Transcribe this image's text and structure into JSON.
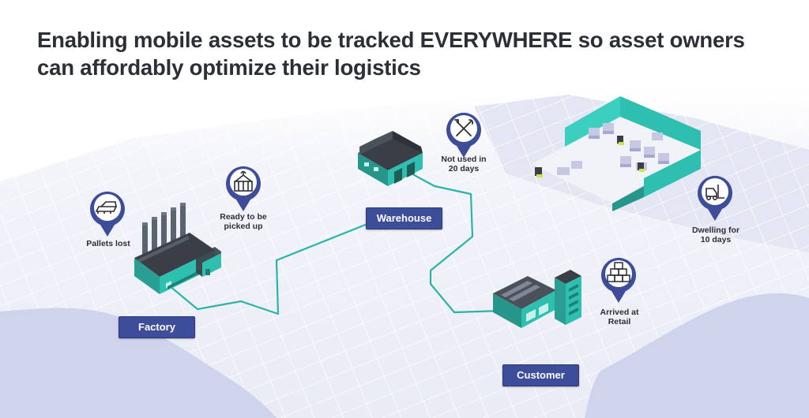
{
  "headline": {
    "line1": "Enabling mobile assets to be tracked EVERYWHERE so asset owners",
    "line2": "can affordably optimize their logistics"
  },
  "nodes": {
    "factory": "Factory",
    "warehouse": "Warehouse",
    "customer": "Customer"
  },
  "statuses": {
    "pallets_lost": [
      "Pallets lost"
    ],
    "ready": [
      "Ready to be",
      "picked up"
    ],
    "not_used": [
      "Not used in",
      "20 days"
    ],
    "dwelling": [
      "Dwelling for",
      "10 days"
    ],
    "arrived": [
      "Arrived at",
      "Retail"
    ]
  },
  "icons": {
    "pallets_lost": "pallet-icon",
    "ready": "hoisted-container-icon",
    "not_used": "tools-icon",
    "dwelling": "forklift-icon",
    "arrived": "stacked-boxes-icon"
  },
  "colors": {
    "route": "#2bb3a8",
    "label_bg": "#3d4d9a",
    "pin": "#3d4d9a",
    "building_teal": "#2fbfb0",
    "building_dark": "#3a3f47",
    "map_water": "#cfd3ec",
    "map_land": "#eef0f8",
    "headline": "#2b2f36"
  }
}
